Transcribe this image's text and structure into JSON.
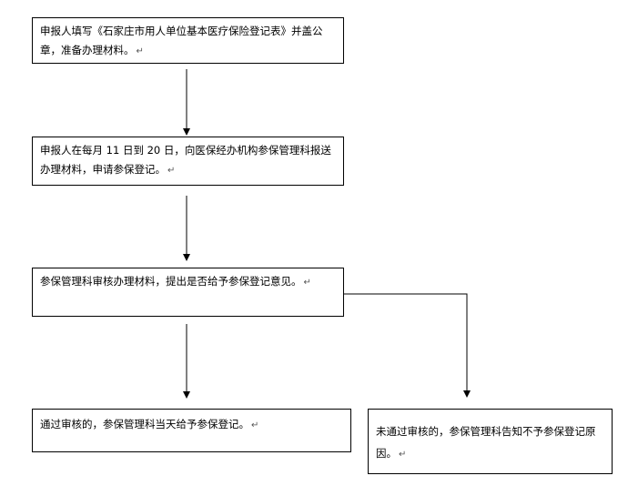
{
  "steps": [
    {
      "id": "step1",
      "text": "申报人填写《石家庄市用人单位基本医疗保险登记表》并盖公章，准备办理材料。"
    },
    {
      "id": "step2",
      "text": "申报人在每月 11 日到 20 日，向医保经办机构参保管理科报送办理材料，申请参保登记。"
    },
    {
      "id": "step3",
      "text": "参保管理科审核办理材料，提出是否给予参保登记意见。"
    },
    {
      "id": "step4",
      "text": "通过审核的，参保管理科当天给予参保登记。"
    },
    {
      "id": "step5",
      "text": "未通过审核的，参保管理科告知不予参保登记原因。"
    }
  ],
  "return_mark": "↵",
  "colors": {
    "line": "#000000",
    "box_border": "#000000",
    "background": "#ffffff"
  }
}
